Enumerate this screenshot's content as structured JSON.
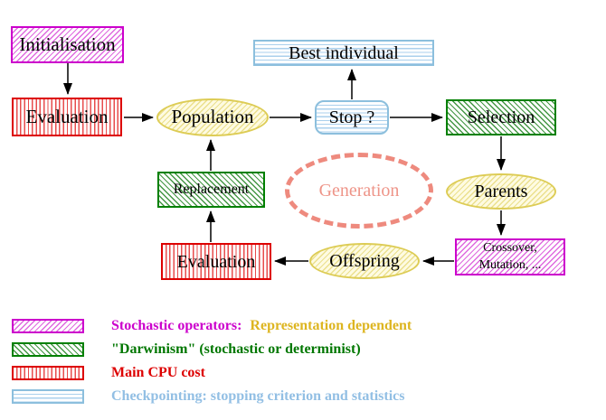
{
  "diagram": {
    "nodes": {
      "initialisation": {
        "label": "Initialisation"
      },
      "evaluation_top": {
        "label": "Evaluation"
      },
      "population": {
        "label": "Population"
      },
      "best_individual": {
        "label": "Best individual"
      },
      "stop": {
        "label": "Stop ?"
      },
      "selection": {
        "label": "Selection"
      },
      "parents": {
        "label": "Parents"
      },
      "crossover_mutation": {
        "label_line1": "Crossover,",
        "label_line2": "Mutation, ..."
      },
      "offspring": {
        "label": "Offspring"
      },
      "evaluation_bottom": {
        "label": "Evaluation"
      },
      "replacement": {
        "label": "Replacement"
      },
      "generation": {
        "label": "Generation"
      }
    },
    "legend": {
      "rows": [
        {
          "swatch": "magenta-diagonal-hatch",
          "label": "Stochastic operators:",
          "suffix": "Representation dependent"
        },
        {
          "swatch": "green-diagonal-hatch",
          "label": "\"Darwinism\" (stochastic or determinist)"
        },
        {
          "swatch": "red-vertical-stripes",
          "label": "Main CPU cost"
        },
        {
          "swatch": "cyan-horizontal-lines",
          "label": "Checkpointing: stopping criterion and statistics"
        }
      ]
    },
    "colors": {
      "magenta": "#cc00cc",
      "red": "#dd0000",
      "green": "#007700",
      "yellow_node_border": "#ddcc55",
      "gold_text": "#ddb520",
      "cyan": "#8cbfdd",
      "salmon": "#ee8a7e",
      "arrow_black": "#000000"
    }
  }
}
